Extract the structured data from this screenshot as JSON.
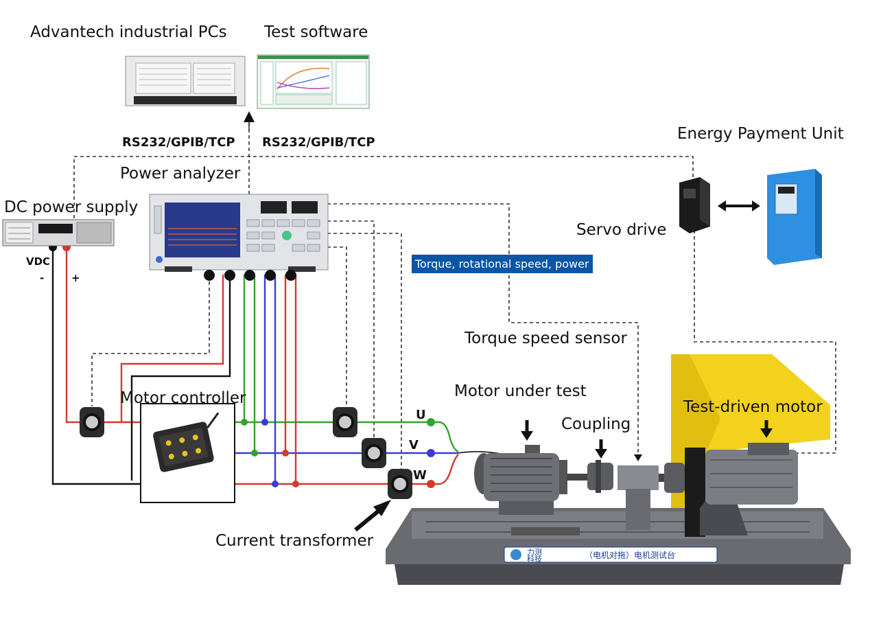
{
  "labels": {
    "pcs": "Advantech industrial PCs",
    "software": "Test software",
    "comm_left": "RS232/GPIB/TCP",
    "comm_right": "RS232/GPIB/TCP",
    "energy_unit": "Energy Payment Unit",
    "power_analyzer": "Power analyzer",
    "dc_supply": "DC power supply",
    "vdc": "VDC",
    "minus": "-",
    "plus": "+",
    "servo_drive": "Servo drive",
    "signal_box": "Torque, rotational speed, power",
    "torque_sensor": "Torque speed sensor",
    "motor_controller": "Motor controller",
    "motor_under_test": "Motor under test",
    "coupling": "Coupling",
    "driven_motor": "Test-driven motor",
    "phase_u": "U",
    "phase_v": "V",
    "phase_w": "W",
    "current_transformer": "Current transformer",
    "bench_brand": "力测\n科技",
    "bench_plate": "（电机对拖）电机测试台"
  },
  "colors": {
    "red_wire": "#d23a2a",
    "green_wire": "#2ea52e",
    "blue_wire": "#3a3ad8",
    "black_wire": "#111111",
    "signal_box": "#0a55a6",
    "yellow_guard": "#f2d21c",
    "drive_blue": "#2f8fe0"
  },
  "icons": [
    "industrial-pc-icon",
    "software-screen-icon",
    "power-analyzer-icon",
    "dc-supply-icon",
    "servo-drive-icon",
    "energy-unit-icon",
    "current-transformer-icon",
    "motor-controller-icon",
    "test-bench-icon",
    "double-arrow-icon"
  ]
}
